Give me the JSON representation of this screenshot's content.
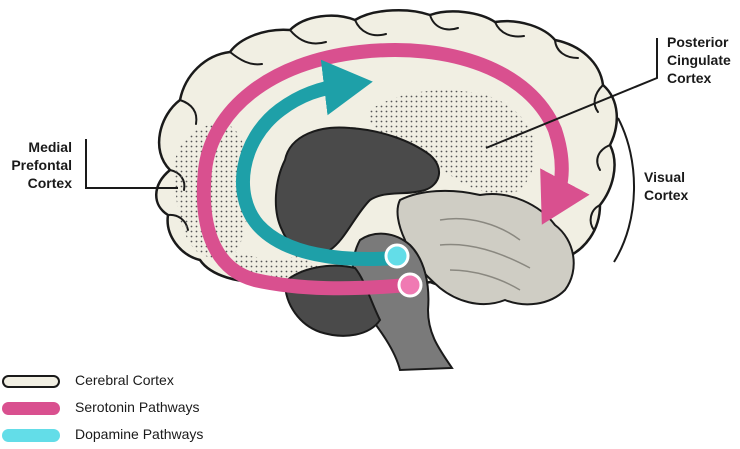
{
  "labels": {
    "medial_prefrontal": "Medial\nPrefontal\nCortex",
    "posterior_cingulate": "Posterior\nCingulate\nCortex",
    "visual": "Visual\nCortex"
  },
  "legend": [
    {
      "text": "Cerebral Cortex",
      "fill": "#f1efe3",
      "border": "#1a1a1a"
    },
    {
      "text": "Serotonin Pathways",
      "fill": "#d9508f",
      "border": "#d9508f"
    },
    {
      "text": "Dopamine Pathways",
      "fill": "#63dde8",
      "border": "#63dde8"
    }
  ],
  "colors": {
    "cortex": "#f1efe3",
    "outline": "#1a1a1a",
    "dark_matter": "#4a4a4a",
    "cerebellum": "#cfcdc4",
    "brainstem": "#7a7a7a",
    "serotonin": "#d9508f",
    "dopamine": "#1ea0a8",
    "dopamine_light": "#63dde8",
    "serotonin_light": "#f07ab3",
    "dots": "#555555"
  }
}
